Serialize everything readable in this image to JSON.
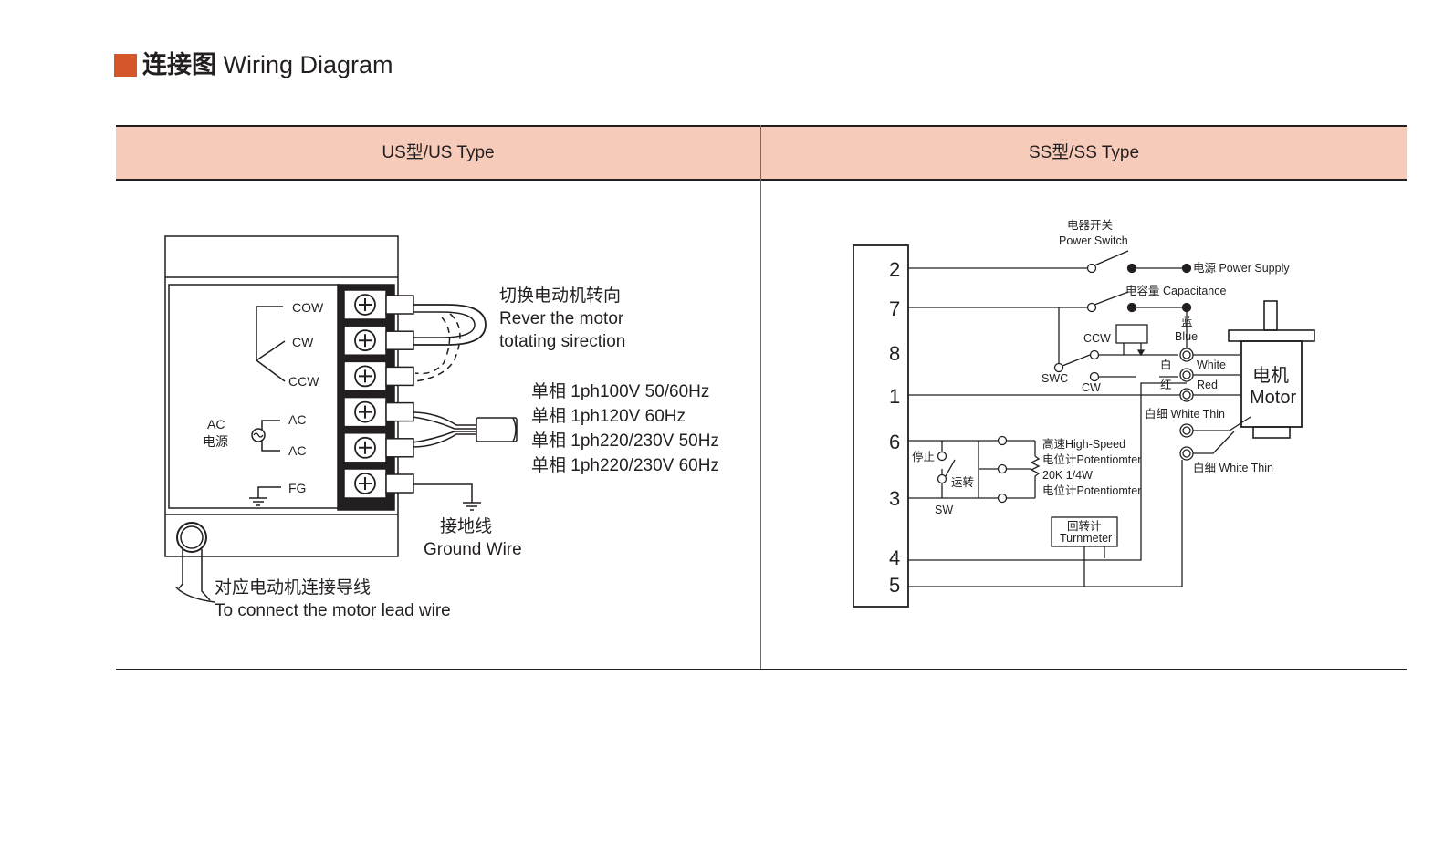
{
  "section": {
    "title_cn": "连接图",
    "title_en": "Wiring Diagram",
    "marker_color": "#d4562a"
  },
  "table": {
    "header_bg": "#f7cbb9",
    "columns": [
      "US型/US Type",
      "SS型/SS Type"
    ]
  },
  "us": {
    "terminal_labels": [
      "COW",
      "CW",
      "CCW",
      "AC",
      "AC",
      "FG"
    ],
    "ac_source": [
      "AC",
      "电源"
    ],
    "reverse_note": [
      "切换电动机转向",
      "Rever the motor",
      "totating sirection"
    ],
    "supply_lines": [
      "单相 1ph100V  50/60Hz",
      "单相 1ph120V  60Hz",
      "单相 1ph220/230V  50Hz",
      "单相 1ph220/230V  60Hz"
    ],
    "ground_wire": [
      "接地线",
      "Ground Wire"
    ],
    "lead_wire": [
      "对应电动机连接导线",
      "To connect the motor lead wire"
    ]
  },
  "ss": {
    "pins": [
      "2",
      "7",
      "8",
      "1",
      "6",
      "3",
      "4",
      "5"
    ],
    "power_switch": [
      "电器开关",
      "Power Switch"
    ],
    "power_supply": "电源 Power Supply",
    "capacitance": "电容量 Capacitance",
    "blue": [
      "蓝",
      "Blue"
    ],
    "ccw": "CCW",
    "cw": "CW",
    "swc": "SWC",
    "white": [
      "白",
      "White"
    ],
    "red": [
      "红",
      "Red"
    ],
    "white_thin_1": "白细 White Thin",
    "white_thin_2": "白细 White Thin",
    "motor": [
      "电机",
      "Motor"
    ],
    "stop": "停止",
    "run": "运转",
    "sw": "SW",
    "potentiometer": [
      "高速High-Speed",
      "电位计Potentiomter",
      "20K  1/4W",
      "电位计Potentiomter"
    ],
    "turnmeter": [
      "回转计",
      "Turnmeter"
    ]
  }
}
